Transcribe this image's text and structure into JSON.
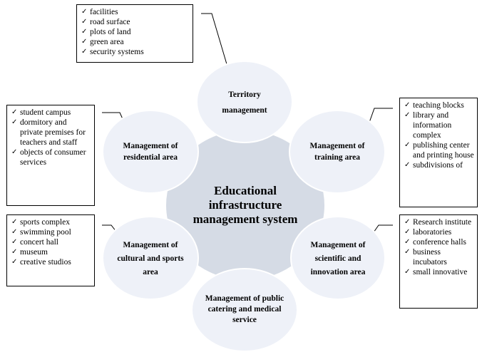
{
  "diagram": {
    "center_title": "Educational infrastructure management system",
    "colors": {
      "center_fill": "#d5dbe5",
      "outer_fill": "#eef1f8",
      "outer_stroke": "#ffffff",
      "line": "#000000"
    },
    "nodes": [
      {
        "id": "territory",
        "label": "Territory management",
        "items": [
          "facilities",
          "road surface",
          "plots of land",
          "green area",
          "security systems"
        ]
      },
      {
        "id": "training",
        "label": "Management of training area",
        "items": [
          "teaching blocks",
          "library and information complex",
          "publishing center and printing house",
          "subdivisions of"
        ]
      },
      {
        "id": "scientific",
        "label": "Management of scientific and innovation area",
        "items": [
          "Research institute",
          "laboratories",
          "conference halls",
          "business incubators",
          "small innovative"
        ]
      },
      {
        "id": "catering",
        "label": "Management of public catering and medical service",
        "items": []
      },
      {
        "id": "cultural",
        "label": "Management of cultural and sports area",
        "items": [
          "sports complex",
          "swimming pool",
          "concert hall",
          "museum",
          "creative studios"
        ]
      },
      {
        "id": "residential",
        "label": "Management of residential area",
        "items": [
          "student campus",
          "dormitory and private premises for teachers and staff",
          "objects of consumer services"
        ]
      }
    ]
  }
}
